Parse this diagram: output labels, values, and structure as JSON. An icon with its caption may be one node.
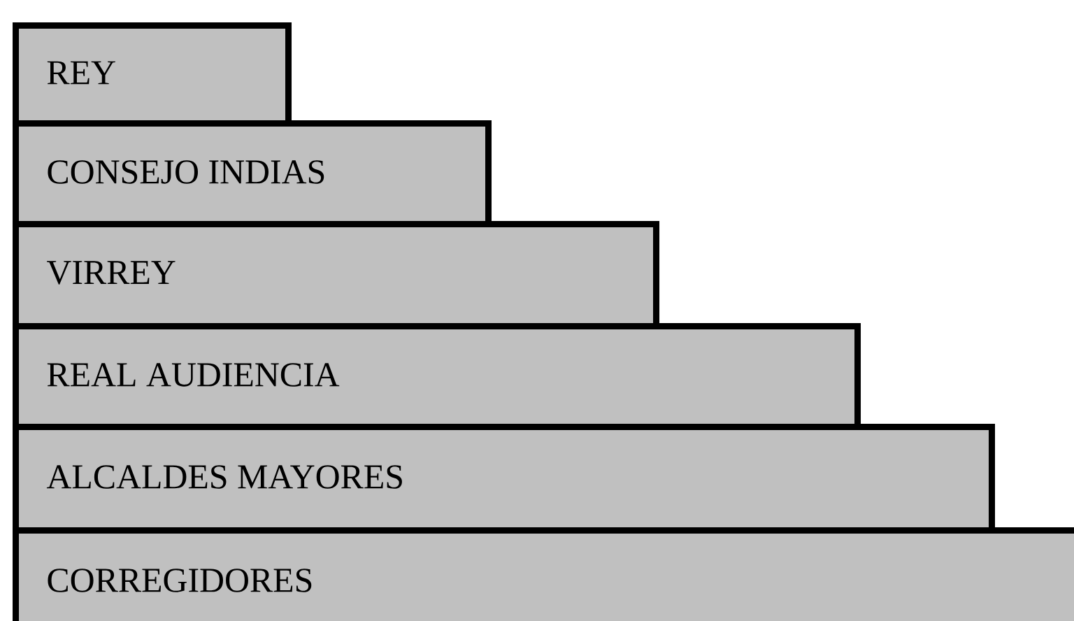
{
  "diagram": {
    "nodes": [
      {
        "text": [
          "REY"
        ]
      },
      {
        "text": [
          "CONSEJO INDIAS"
        ]
      },
      {
        "text": [
          "VIRREY"
        ]
      },
      {
        "text": [
          "REAL AUDIENCIA"
        ]
      },
      {
        "text": [
          "ALCALDES MAYORES"
        ]
      },
      {
        "text": [
          "CORREGIDORES"
        ]
      }
    ]
  }
}
